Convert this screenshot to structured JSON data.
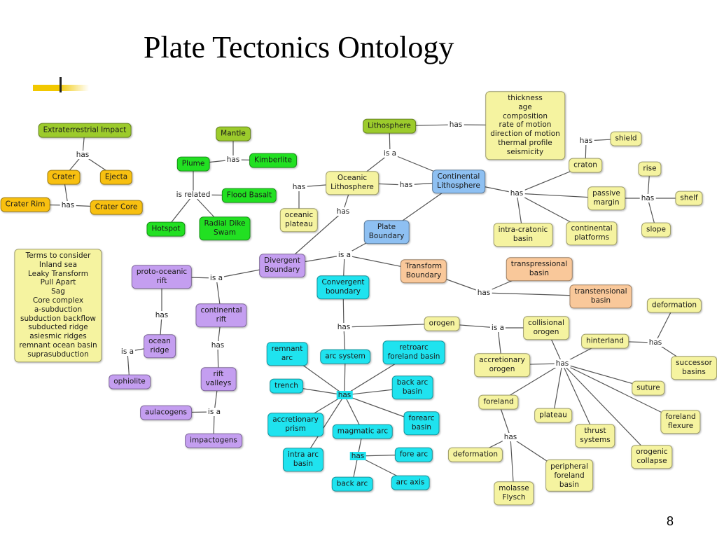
{
  "title": "Plate Tectonics Ontology",
  "page_number": "8",
  "nodes": [
    {
      "id": "extraterrestrial-impact",
      "text": "Extraterrestrial Impact",
      "color": "olive",
      "c": [
        121,
        186
      ]
    },
    {
      "id": "crater",
      "text": "Crater",
      "color": "orange",
      "c": [
        91,
        253
      ]
    },
    {
      "id": "ejecta",
      "text": "Ejecta",
      "color": "orange",
      "c": [
        166,
        253
      ]
    },
    {
      "id": "crater-rim",
      "text": "Crater Rim",
      "color": "orange",
      "c": [
        36,
        292
      ]
    },
    {
      "id": "crater-core",
      "text": "Crater Core",
      "color": "orange",
      "c": [
        166,
        296
      ]
    },
    {
      "id": "mantle",
      "text": "Mantle",
      "color": "olive",
      "c": [
        333,
        191
      ]
    },
    {
      "id": "plume",
      "text": "Plume",
      "color": "green",
      "c": [
        276,
        234
      ]
    },
    {
      "id": "kimberlite",
      "text": "Kimberlite",
      "color": "green",
      "c": [
        390,
        229
      ]
    },
    {
      "id": "flood-basalt",
      "text": "Flood Basalt",
      "color": "green",
      "c": [
        356,
        279
      ]
    },
    {
      "id": "hotspot",
      "text": "Hotspot",
      "color": "green",
      "c": [
        237,
        327
      ]
    },
    {
      "id": "radial-dike-swam",
      "text": "Radial Dike\nSwam",
      "color": "green",
      "c": [
        321,
        326
      ]
    },
    {
      "id": "terms-to-consider",
      "text": "Terms to consider\nInland sea\nLeaky Transform\nPull Apart\nSag\nCore complex\na-subduction\nsubduction backflow\nsubducted ridge\nasiesmic ridges\nremnant ocean basin\nsuprasubduction",
      "color": "cream",
      "c": [
        83,
        436
      ]
    },
    {
      "id": "lithosphere",
      "text": "Lithosphere",
      "color": "olive",
      "c": [
        556,
        180
      ]
    },
    {
      "id": "lithosphere-properties",
      "text": "thickness\nage\ncomposition\nrate of motion\ndirection of motion\nthermal profile\nseismicity",
      "color": "cream",
      "c": [
        750,
        179
      ]
    },
    {
      "id": "oceanic-lithosphere",
      "text": "Oceanic\nLithosphere",
      "color": "cream",
      "c": [
        503,
        261
      ]
    },
    {
      "id": "continental-lithosphere",
      "text": "Continental\nLithosphere",
      "color": "blue",
      "c": [
        655,
        259
      ]
    },
    {
      "id": "oceanic-plateau",
      "text": "oceanic\nplateau",
      "color": "cream",
      "c": [
        427,
        314
      ]
    },
    {
      "id": "plate-boundary",
      "text": "Plate\nBoundary",
      "color": "blue",
      "c": [
        552,
        331
      ]
    },
    {
      "id": "shield",
      "text": "shield",
      "color": "cream",
      "c": [
        894,
        198
      ]
    },
    {
      "id": "craton",
      "text": "craton",
      "color": "cream",
      "c": [
        836,
        236
      ]
    },
    {
      "id": "rise",
      "text": "rise",
      "color": "cream",
      "c": [
        928,
        241
      ]
    },
    {
      "id": "passive-margin",
      "text": "passive\nmargin",
      "color": "cream",
      "c": [
        866,
        283
      ]
    },
    {
      "id": "shelf",
      "text": "shelf",
      "color": "cream",
      "c": [
        984,
        283
      ]
    },
    {
      "id": "slope",
      "text": "slope",
      "color": "cream",
      "c": [
        937,
        328
      ]
    },
    {
      "id": "intra-cratonic-basin",
      "text": "intra-cratonic\nbasin",
      "color": "cream",
      "c": [
        747,
        335
      ]
    },
    {
      "id": "continental-platforms",
      "text": "continental\nplatforms",
      "color": "cream",
      "c": [
        845,
        333
      ]
    },
    {
      "id": "divergent-boundary",
      "text": "Divergent\nBoundary",
      "color": "purple",
      "c": [
        403,
        379
      ]
    },
    {
      "id": "proto-oceanic-rift",
      "text": "proto-oceanic\nrift",
      "color": "purple",
      "c": [
        231,
        395
      ]
    },
    {
      "id": "continental-rift",
      "text": "continental\nrift",
      "color": "purple",
      "c": [
        316,
        450
      ]
    },
    {
      "id": "ocean-ridge",
      "text": "ocean\nridge",
      "color": "purple",
      "c": [
        228,
        494
      ]
    },
    {
      "id": "ophiolite",
      "text": "ophiolite",
      "color": "purple",
      "c": [
        185,
        545
      ]
    },
    {
      "id": "rift-valleys",
      "text": "rift\nvalleys",
      "color": "purple",
      "c": [
        312,
        541
      ]
    },
    {
      "id": "aulacogens",
      "text": "aulacogens",
      "color": "purple",
      "c": [
        237,
        589
      ]
    },
    {
      "id": "impactogens",
      "text": "impactogens",
      "color": "purple",
      "c": [
        305,
        629
      ]
    },
    {
      "id": "transform-boundary",
      "text": "Transform\nBoundary",
      "color": "peach",
      "c": [
        605,
        387
      ]
    },
    {
      "id": "transpressional-basin",
      "text": "transpressional\nbasin",
      "color": "peach",
      "c": [
        770,
        384
      ]
    },
    {
      "id": "transtensional-basin",
      "text": "transtensional\nbasin",
      "color": "peach",
      "c": [
        858,
        423
      ]
    },
    {
      "id": "convergent-boundary",
      "text": "Convergent\nboundary",
      "color": "cyan",
      "c": [
        490,
        410
      ]
    },
    {
      "id": "orogen",
      "text": "orogen",
      "color": "cream",
      "c": [
        631,
        462
      ]
    },
    {
      "id": "collisional-orogen",
      "text": "collisional\norogen",
      "color": "cream",
      "c": [
        780,
        468
      ]
    },
    {
      "id": "deformation-1",
      "text": "deformation",
      "color": "cream",
      "c": [
        963,
        436
      ]
    },
    {
      "id": "hinterland",
      "text": "hinterland",
      "color": "cream",
      "c": [
        864,
        487
      ]
    },
    {
      "id": "successor-basins",
      "text": "successor\nbasins",
      "color": "cream",
      "c": [
        991,
        525
      ]
    },
    {
      "id": "accretionary-orogen",
      "text": "accretionary\norogen",
      "color": "cream",
      "c": [
        717,
        521
      ]
    },
    {
      "id": "suture",
      "text": "suture",
      "color": "cream",
      "c": [
        926,
        554
      ]
    },
    {
      "id": "foreland",
      "text": "foreland",
      "color": "cream",
      "c": [
        712,
        574
      ]
    },
    {
      "id": "plateau",
      "text": "plateau",
      "color": "cream",
      "c": [
        790,
        593
      ]
    },
    {
      "id": "thrust-systems",
      "text": "thrust\nsystems",
      "color": "cream",
      "c": [
        850,
        622
      ]
    },
    {
      "id": "foreland-flexure",
      "text": "foreland\nflexure",
      "color": "cream",
      "c": [
        972,
        602
      ]
    },
    {
      "id": "orogenic-collapse",
      "text": "orogenic\ncollapse",
      "color": "cream",
      "c": [
        931,
        652
      ]
    },
    {
      "id": "deformation-2",
      "text": "deformation",
      "color": "cream",
      "c": [
        679,
        649
      ]
    },
    {
      "id": "peripheral-foreland-basin",
      "text": "peripheral\nforeland\nbasin",
      "color": "cream",
      "c": [
        813,
        679
      ]
    },
    {
      "id": "molasse-flysch",
      "text": "molasse\nFlysch",
      "color": "cream",
      "c": [
        734,
        704
      ]
    },
    {
      "id": "remnant-arc",
      "text": "remnant\narc",
      "color": "cyan",
      "c": [
        410,
        505
      ]
    },
    {
      "id": "arc-system",
      "text": "arc system",
      "color": "cyan",
      "c": [
        493,
        509
      ]
    },
    {
      "id": "retroarc-foreland-basin",
      "text": "retroarc\nforeland basin",
      "color": "cyan",
      "c": [
        591,
        503
      ]
    },
    {
      "id": "trench",
      "text": "trench",
      "color": "cyan",
      "c": [
        409,
        551
      ]
    },
    {
      "id": "back-arc-basin",
      "text": "back arc\nbasin",
      "color": "cyan",
      "c": [
        589,
        553
      ]
    },
    {
      "id": "accretionary-prism",
      "text": "accretionary\nprism",
      "color": "cyan",
      "c": [
        422,
        606
      ]
    },
    {
      "id": "magmatic-arc",
      "text": "magmatic arc",
      "color": "cyan",
      "c": [
        518,
        616
      ]
    },
    {
      "id": "forearc-basin",
      "text": "forearc\nbasin",
      "color": "cyan",
      "c": [
        602,
        604
      ]
    },
    {
      "id": "intra-arc-basin",
      "text": "intra arc\nbasin",
      "color": "cyan",
      "c": [
        433,
        656
      ]
    },
    {
      "id": "fore-arc",
      "text": "fore arc",
      "color": "cyan",
      "c": [
        591,
        649
      ]
    },
    {
      "id": "back-arc",
      "text": "back arc",
      "color": "cyan",
      "c": [
        503,
        691
      ]
    },
    {
      "id": "arc-axis",
      "text": "arc axis",
      "color": "cyan",
      "c": [
        586,
        689
      ]
    }
  ],
  "labels": [
    {
      "id": "has-impact",
      "text": "has",
      "c": [
        118,
        221
      ]
    },
    {
      "id": "has-crater",
      "text": "has",
      "c": [
        97,
        293
      ]
    },
    {
      "id": "has-mantle",
      "text": "has",
      "c": [
        333,
        228
      ]
    },
    {
      "id": "is-related",
      "text": "is related",
      "c": [
        276,
        278
      ]
    },
    {
      "id": "has-lithosphere",
      "text": "has",
      "c": [
        651,
        178
      ]
    },
    {
      "id": "is-a-lithosphere",
      "text": "is a",
      "c": [
        557,
        219
      ]
    },
    {
      "id": "has-oceanic",
      "text": "has",
      "c": [
        427,
        267
      ]
    },
    {
      "id": "has-ocean-cont",
      "text": "has",
      "c": [
        580,
        264
      ]
    },
    {
      "id": "has-continental",
      "text": "has",
      "c": [
        738,
        276
      ]
    },
    {
      "id": "has-craton",
      "text": "has",
      "c": [
        837,
        201
      ]
    },
    {
      "id": "has-margin",
      "text": "has",
      "c": [
        925,
        283
      ]
    },
    {
      "id": "has-oceanic-2",
      "text": "has",
      "c": [
        490,
        302
      ]
    },
    {
      "id": "is-a-boundary",
      "text": "is a",
      "c": [
        492,
        364
      ]
    },
    {
      "id": "is-a-divergent",
      "text": "is a",
      "c": [
        309,
        397
      ]
    },
    {
      "id": "has-transform",
      "text": "has",
      "c": [
        691,
        418
      ]
    },
    {
      "id": "has-proto-rift",
      "text": "has",
      "c": [
        231,
        450
      ]
    },
    {
      "id": "has-cont-rift",
      "text": "has",
      "c": [
        311,
        493
      ]
    },
    {
      "id": "is-a-ophiolite",
      "text": "is a",
      "c": [
        182,
        502
      ]
    },
    {
      "id": "is-a-aulacogens",
      "text": "is a",
      "c": [
        306,
        588
      ]
    },
    {
      "id": "has-convergent",
      "text": "has",
      "c": [
        491,
        467
      ]
    },
    {
      "id": "is-a-orogen",
      "text": "is a",
      "c": [
        711,
        468
      ]
    },
    {
      "id": "has-hinterland",
      "text": "has",
      "c": [
        936,
        489
      ]
    },
    {
      "id": "has-orogen",
      "text": "has",
      "c": [
        803,
        519
      ]
    },
    {
      "id": "has-arc",
      "text": "has",
      "c": [
        492,
        564
      ],
      "hl": true
    },
    {
      "id": "has-foreland",
      "text": "has",
      "c": [
        729,
        624
      ]
    },
    {
      "id": "has-magmatic",
      "text": "has",
      "c": [
        511,
        651
      ],
      "hl": true
    }
  ],
  "edges": [
    [
      "extraterrestrial-impact",
      "has-impact"
    ],
    [
      "has-impact",
      "crater"
    ],
    [
      "has-impact",
      "ejecta"
    ],
    [
      "crater",
      "has-crater"
    ],
    [
      "crater-rim",
      "has-crater"
    ],
    [
      "has-crater",
      "crater-core"
    ],
    [
      "mantle",
      "has-mantle"
    ],
    [
      "plume",
      "has-mantle"
    ],
    [
      "has-mantle",
      "kimberlite"
    ],
    [
      "plume",
      "is-related"
    ],
    [
      "is-related",
      "flood-basalt"
    ],
    [
      "is-related",
      "hotspot"
    ],
    [
      "is-related",
      "radial-dike-swam"
    ],
    [
      "lithosphere",
      "has-lithosphere"
    ],
    [
      "has-lithosphere",
      "lithosphere-properties"
    ],
    [
      "lithosphere",
      "is-a-lithosphere"
    ],
    [
      "is-a-lithosphere",
      "oceanic-lithosphere"
    ],
    [
      "is-a-lithosphere",
      "continental-lithosphere"
    ],
    [
      "oceanic-lithosphere",
      "has-oceanic"
    ],
    [
      "has-oceanic",
      "oceanic-plateau"
    ],
    [
      "oceanic-lithosphere",
      "has-ocean-cont"
    ],
    [
      "has-ocean-cont",
      "continental-lithosphere"
    ],
    [
      "oceanic-lithosphere",
      "has-oceanic-2"
    ],
    [
      "has-oceanic-2",
      "divergent-boundary"
    ],
    [
      "continental-lithosphere",
      "plate-boundary"
    ],
    [
      "continental-lithosphere",
      "has-continental"
    ],
    [
      "has-continental",
      "craton"
    ],
    [
      "has-continental",
      "passive-margin"
    ],
    [
      "has-continental",
      "intra-cratonic-basin"
    ],
    [
      "has-continental",
      "continental-platforms"
    ],
    [
      "craton",
      "has-craton"
    ],
    [
      "has-craton",
      "shield"
    ],
    [
      "passive-margin",
      "has-margin"
    ],
    [
      "has-margin",
      "rise"
    ],
    [
      "has-margin",
      "shelf"
    ],
    [
      "has-margin",
      "slope"
    ],
    [
      "plate-boundary",
      "is-a-boundary"
    ],
    [
      "is-a-boundary",
      "divergent-boundary"
    ],
    [
      "is-a-boundary",
      "transform-boundary"
    ],
    [
      "is-a-boundary",
      "convergent-boundary"
    ],
    [
      "divergent-boundary",
      "is-a-divergent"
    ],
    [
      "is-a-divergent",
      "proto-oceanic-rift"
    ],
    [
      "is-a-divergent",
      "continental-rift"
    ],
    [
      "transform-boundary",
      "has-transform"
    ],
    [
      "has-transform",
      "transpressional-basin"
    ],
    [
      "has-transform",
      "transtensional-basin"
    ],
    [
      "proto-oceanic-rift",
      "has-proto-rift"
    ],
    [
      "has-proto-rift",
      "ocean-ridge"
    ],
    [
      "ocean-ridge",
      "is-a-ophiolite"
    ],
    [
      "is-a-ophiolite",
      "ophiolite"
    ],
    [
      "continental-rift",
      "has-cont-rift"
    ],
    [
      "has-cont-rift",
      "rift-valleys"
    ],
    [
      "rift-valleys",
      "is-a-aulacogens"
    ],
    [
      "aulacogens",
      "is-a-aulacogens"
    ],
    [
      "is-a-aulacogens",
      "impactogens"
    ],
    [
      "convergent-boundary",
      "has-convergent"
    ],
    [
      "has-convergent",
      "arc-system"
    ],
    [
      "has-convergent",
      "orogen"
    ],
    [
      "orogen",
      "is-a-orogen"
    ],
    [
      "is-a-orogen",
      "collisional-orogen"
    ],
    [
      "is-a-orogen",
      "accretionary-orogen"
    ],
    [
      "accretionary-orogen",
      "has-orogen"
    ],
    [
      "collisional-orogen",
      "has-orogen"
    ],
    [
      "has-orogen",
      "hinterland"
    ],
    [
      "has-orogen",
      "suture"
    ],
    [
      "has-orogen",
      "foreland"
    ],
    [
      "has-orogen",
      "plateau"
    ],
    [
      "has-orogen",
      "thrust-systems"
    ],
    [
      "has-orogen",
      "foreland-flexure"
    ],
    [
      "has-orogen",
      "orogenic-collapse"
    ],
    [
      "hinterland",
      "has-hinterland"
    ],
    [
      "has-hinterland",
      "deformation-1"
    ],
    [
      "has-hinterland",
      "successor-basins"
    ],
    [
      "arc-system",
      "has-arc"
    ],
    [
      "has-arc",
      "remnant-arc"
    ],
    [
      "has-arc",
      "retroarc-foreland-basin"
    ],
    [
      "has-arc",
      "trench"
    ],
    [
      "has-arc",
      "back-arc-basin"
    ],
    [
      "has-arc",
      "accretionary-prism"
    ],
    [
      "has-arc",
      "magmatic-arc"
    ],
    [
      "has-arc",
      "forearc-basin"
    ],
    [
      "has-arc",
      "intra-arc-basin"
    ],
    [
      "magmatic-arc",
      "has-magmatic"
    ],
    [
      "has-magmatic",
      "fore-arc"
    ],
    [
      "has-magmatic",
      "back-arc"
    ],
    [
      "has-magmatic",
      "arc-axis"
    ],
    [
      "foreland",
      "has-foreland"
    ],
    [
      "has-foreland",
      "deformation-2"
    ],
    [
      "has-foreland",
      "molasse-flysch"
    ],
    [
      "has-foreland",
      "peripheral-foreland-basin"
    ]
  ]
}
